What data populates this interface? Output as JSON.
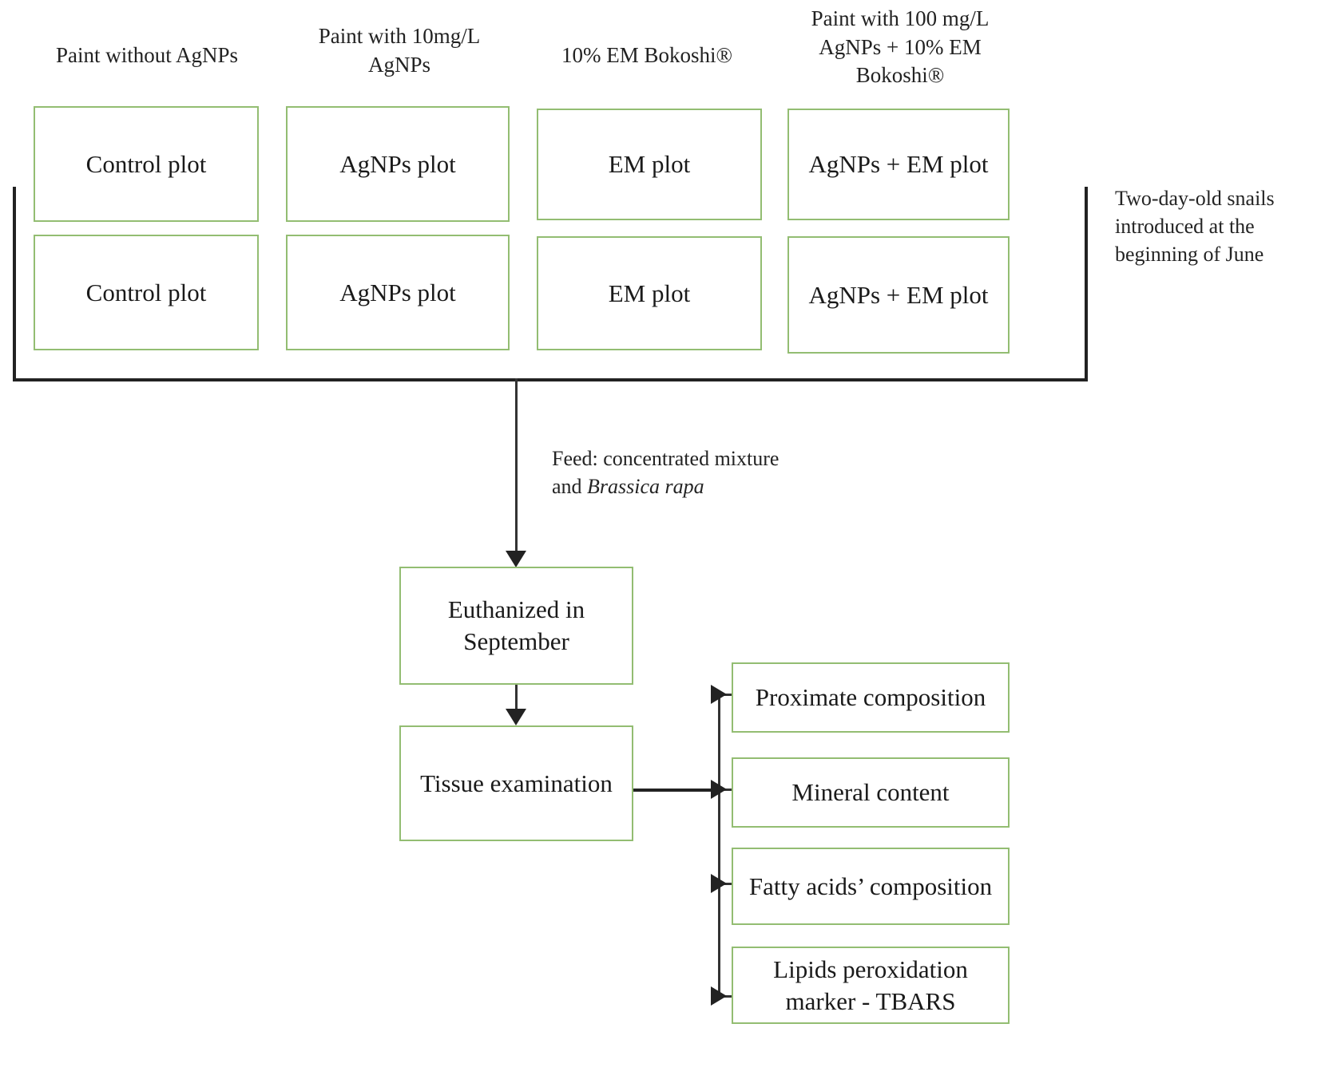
{
  "diagram": {
    "title_present": false,
    "accent_color": "#93bd72",
    "line_color": "#222222",
    "background": "#ffffff",
    "columns": [
      {
        "caption": "Paint without AgNPs",
        "boxes": [
          "Control plot",
          "Control plot"
        ]
      },
      {
        "caption": "Paint with 10mg/L AgNPs",
        "boxes": [
          "AgNPs plot",
          "AgNPs plot"
        ]
      },
      {
        "caption": "10% EM Bokoshi®",
        "boxes": [
          "EM plot",
          "EM plot"
        ]
      },
      {
        "caption": "Paint with 100 mg/L AgNPs + 10% EM Bokoshi®",
        "boxes": [
          "AgNPs + EM plot",
          "AgNPs + EM plot"
        ]
      }
    ],
    "side_note": "Two-day-old snails introduced at the beginning of June",
    "feed_note_line1": "Feed:  concentrated mixture",
    "feed_note_line2_prefix": "and ",
    "feed_note_line2_species": "Brassica  rapa",
    "steps": [
      "Euthanized in September",
      "Tissue examination"
    ],
    "outcomes": [
      "Proximate composition",
      "Mineral content",
      "Fatty acids’ composition",
      "Lipids peroxidation marker - TBARS"
    ]
  }
}
